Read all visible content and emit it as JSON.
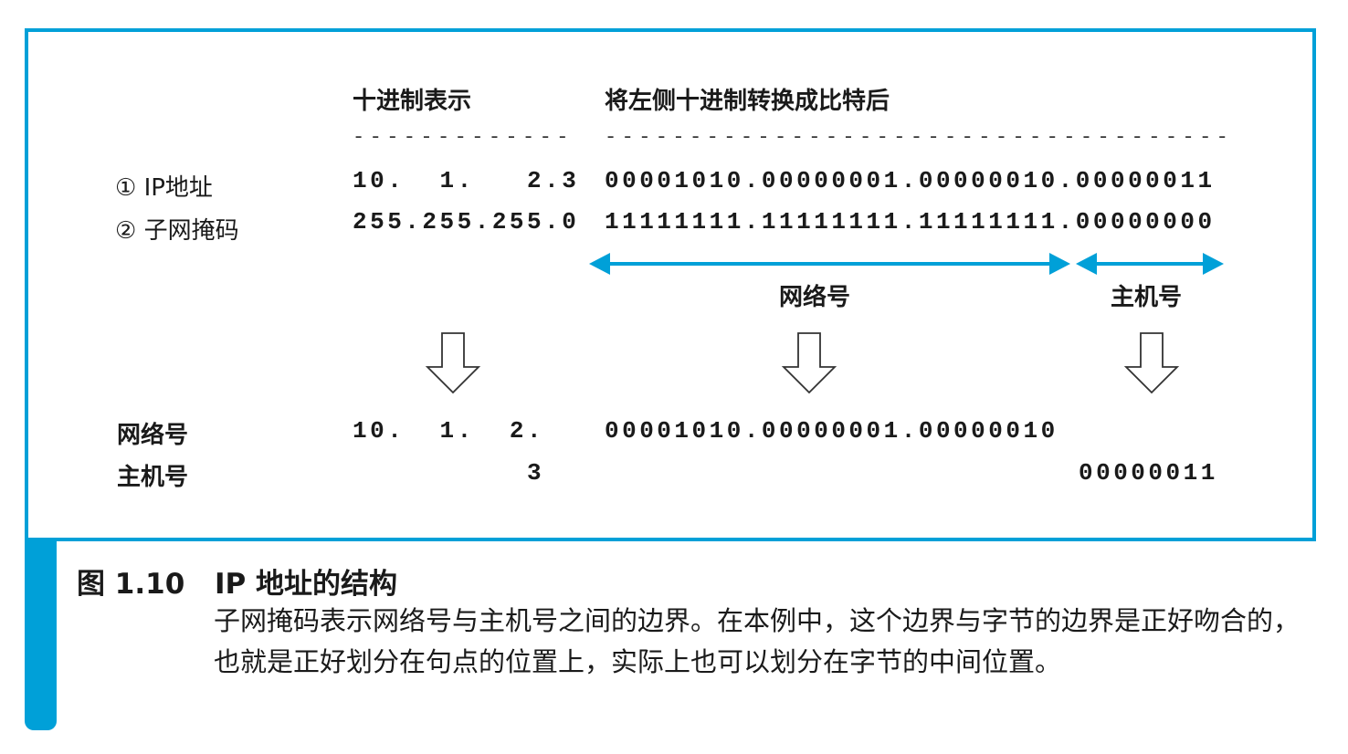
{
  "headers": {
    "decimal": "十进制表示",
    "binary": "将左侧十进制转换成比特后"
  },
  "dashes": {
    "decimal": "-------------",
    "binary": "-------------------------------------"
  },
  "rows": [
    {
      "label": "① IP地址",
      "decimal": "10.  1.   2.3",
      "binary": "00001010.00000001.00000010.00000011"
    },
    {
      "label": "② 子网掩码",
      "decimal": "255.255.255.0",
      "binary": "11111111.11111111.11111111.00000000"
    }
  ],
  "ranges": {
    "network": "网络号",
    "host": "主机号"
  },
  "results": [
    {
      "label": "网络号",
      "decimal": "10.  1.  2.",
      "binary": "00001010.00000001.00000010"
    },
    {
      "label": "主机号",
      "decimal": "3",
      "binary": "00000011"
    }
  ],
  "caption": {
    "number": "图 1.10",
    "title": "IP 地址的结构",
    "text": "子网掩码表示网络号与主机号之间的边界。在本例中，这个边界与字节的边界是正好吻合的，也就是正好划分在句点的位置上，实际上也可以划分在字节的中间位置。"
  },
  "colors": {
    "accent": "#00a0d8"
  }
}
